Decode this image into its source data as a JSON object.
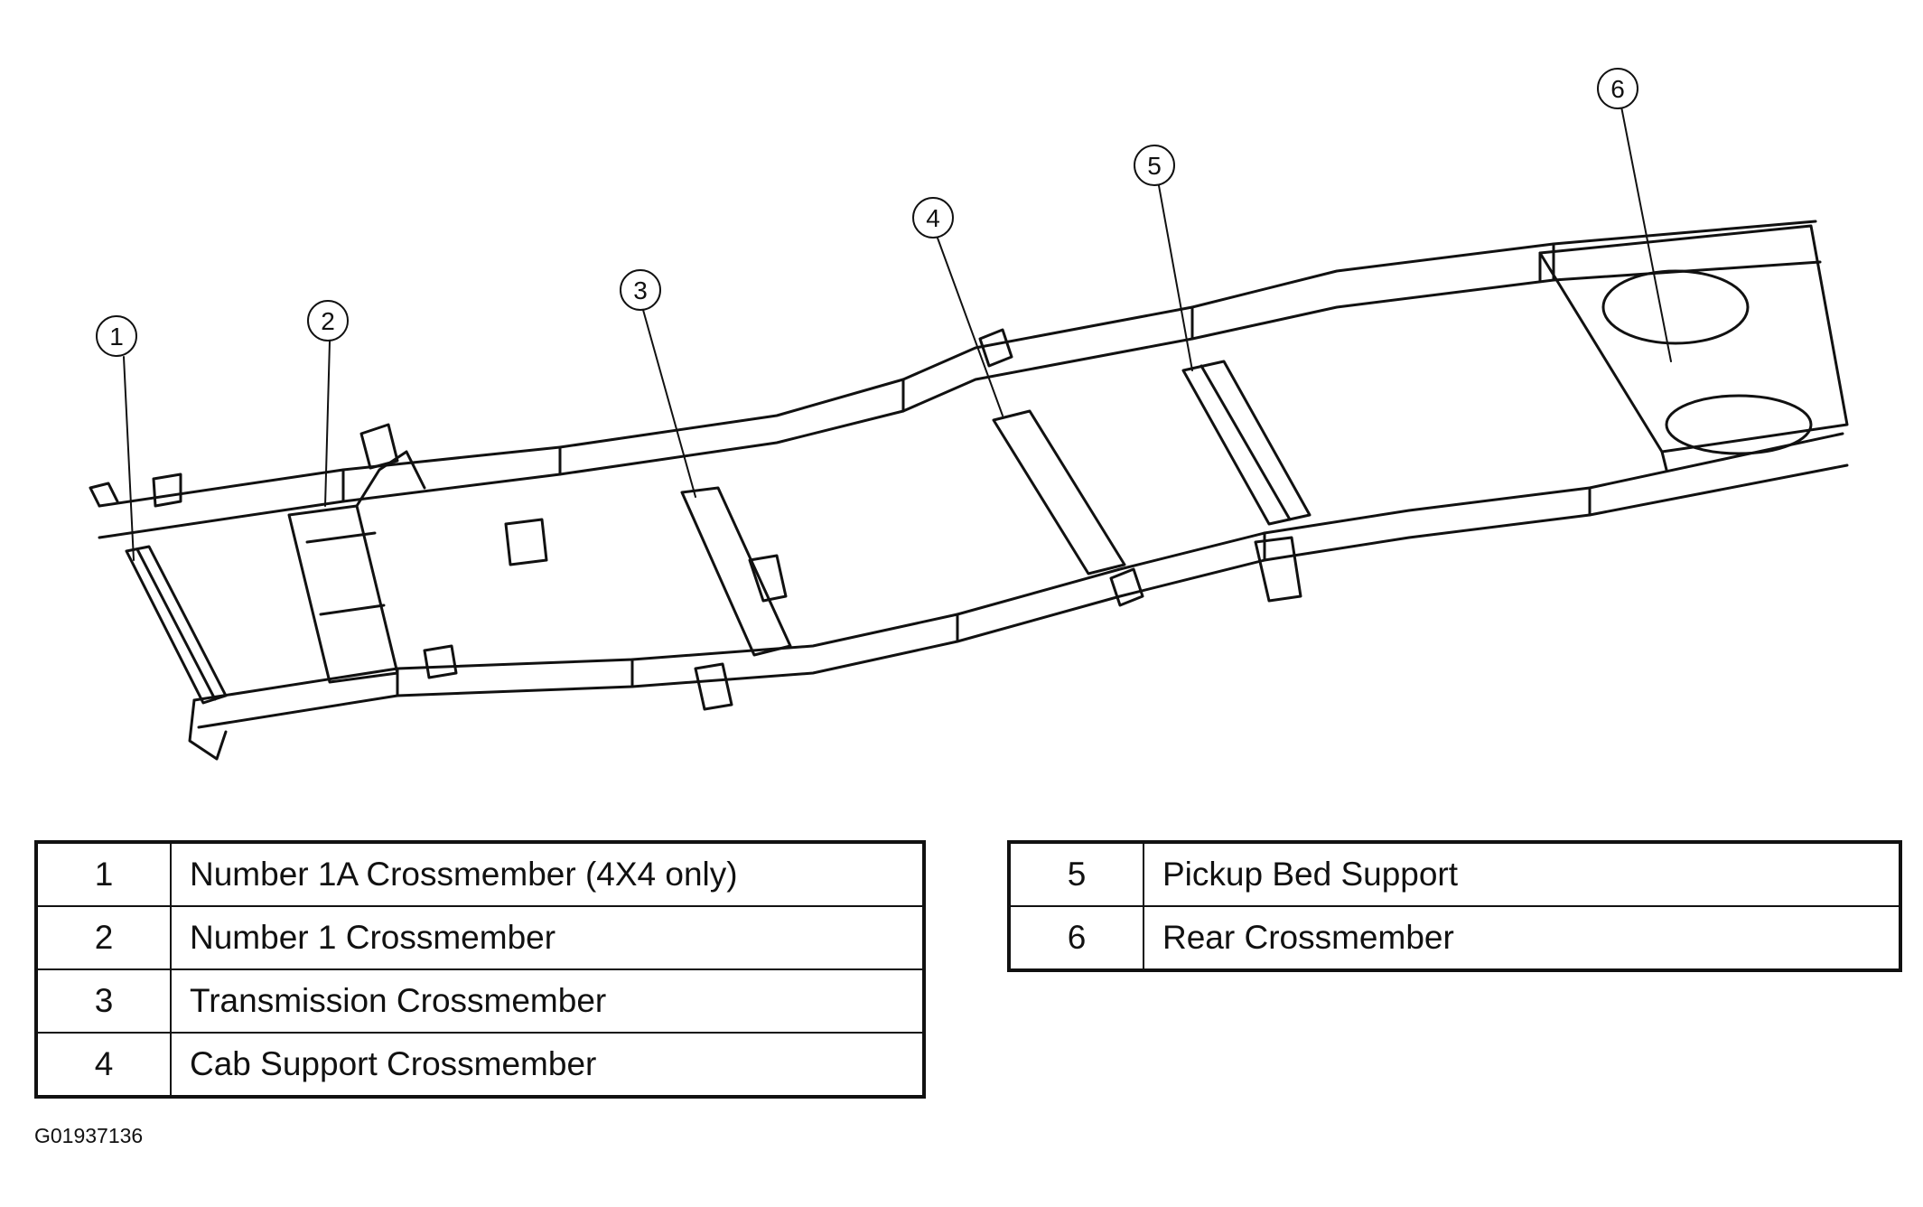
{
  "callouts": [
    "1",
    "2",
    "3",
    "4",
    "5",
    "6"
  ],
  "legend_left": [
    {
      "num": "1",
      "desc": "Number 1A Crossmember (4X4 only)"
    },
    {
      "num": "2",
      "desc": "Number 1 Crossmember"
    },
    {
      "num": "3",
      "desc": "Transmission Crossmember"
    },
    {
      "num": "4",
      "desc": "Cab Support Crossmember"
    }
  ],
  "legend_right": [
    {
      "num": "5",
      "desc": "Pickup Bed Support"
    },
    {
      "num": "6",
      "desc": "Rear Crossmember"
    }
  ],
  "figure_id": "G01937136"
}
